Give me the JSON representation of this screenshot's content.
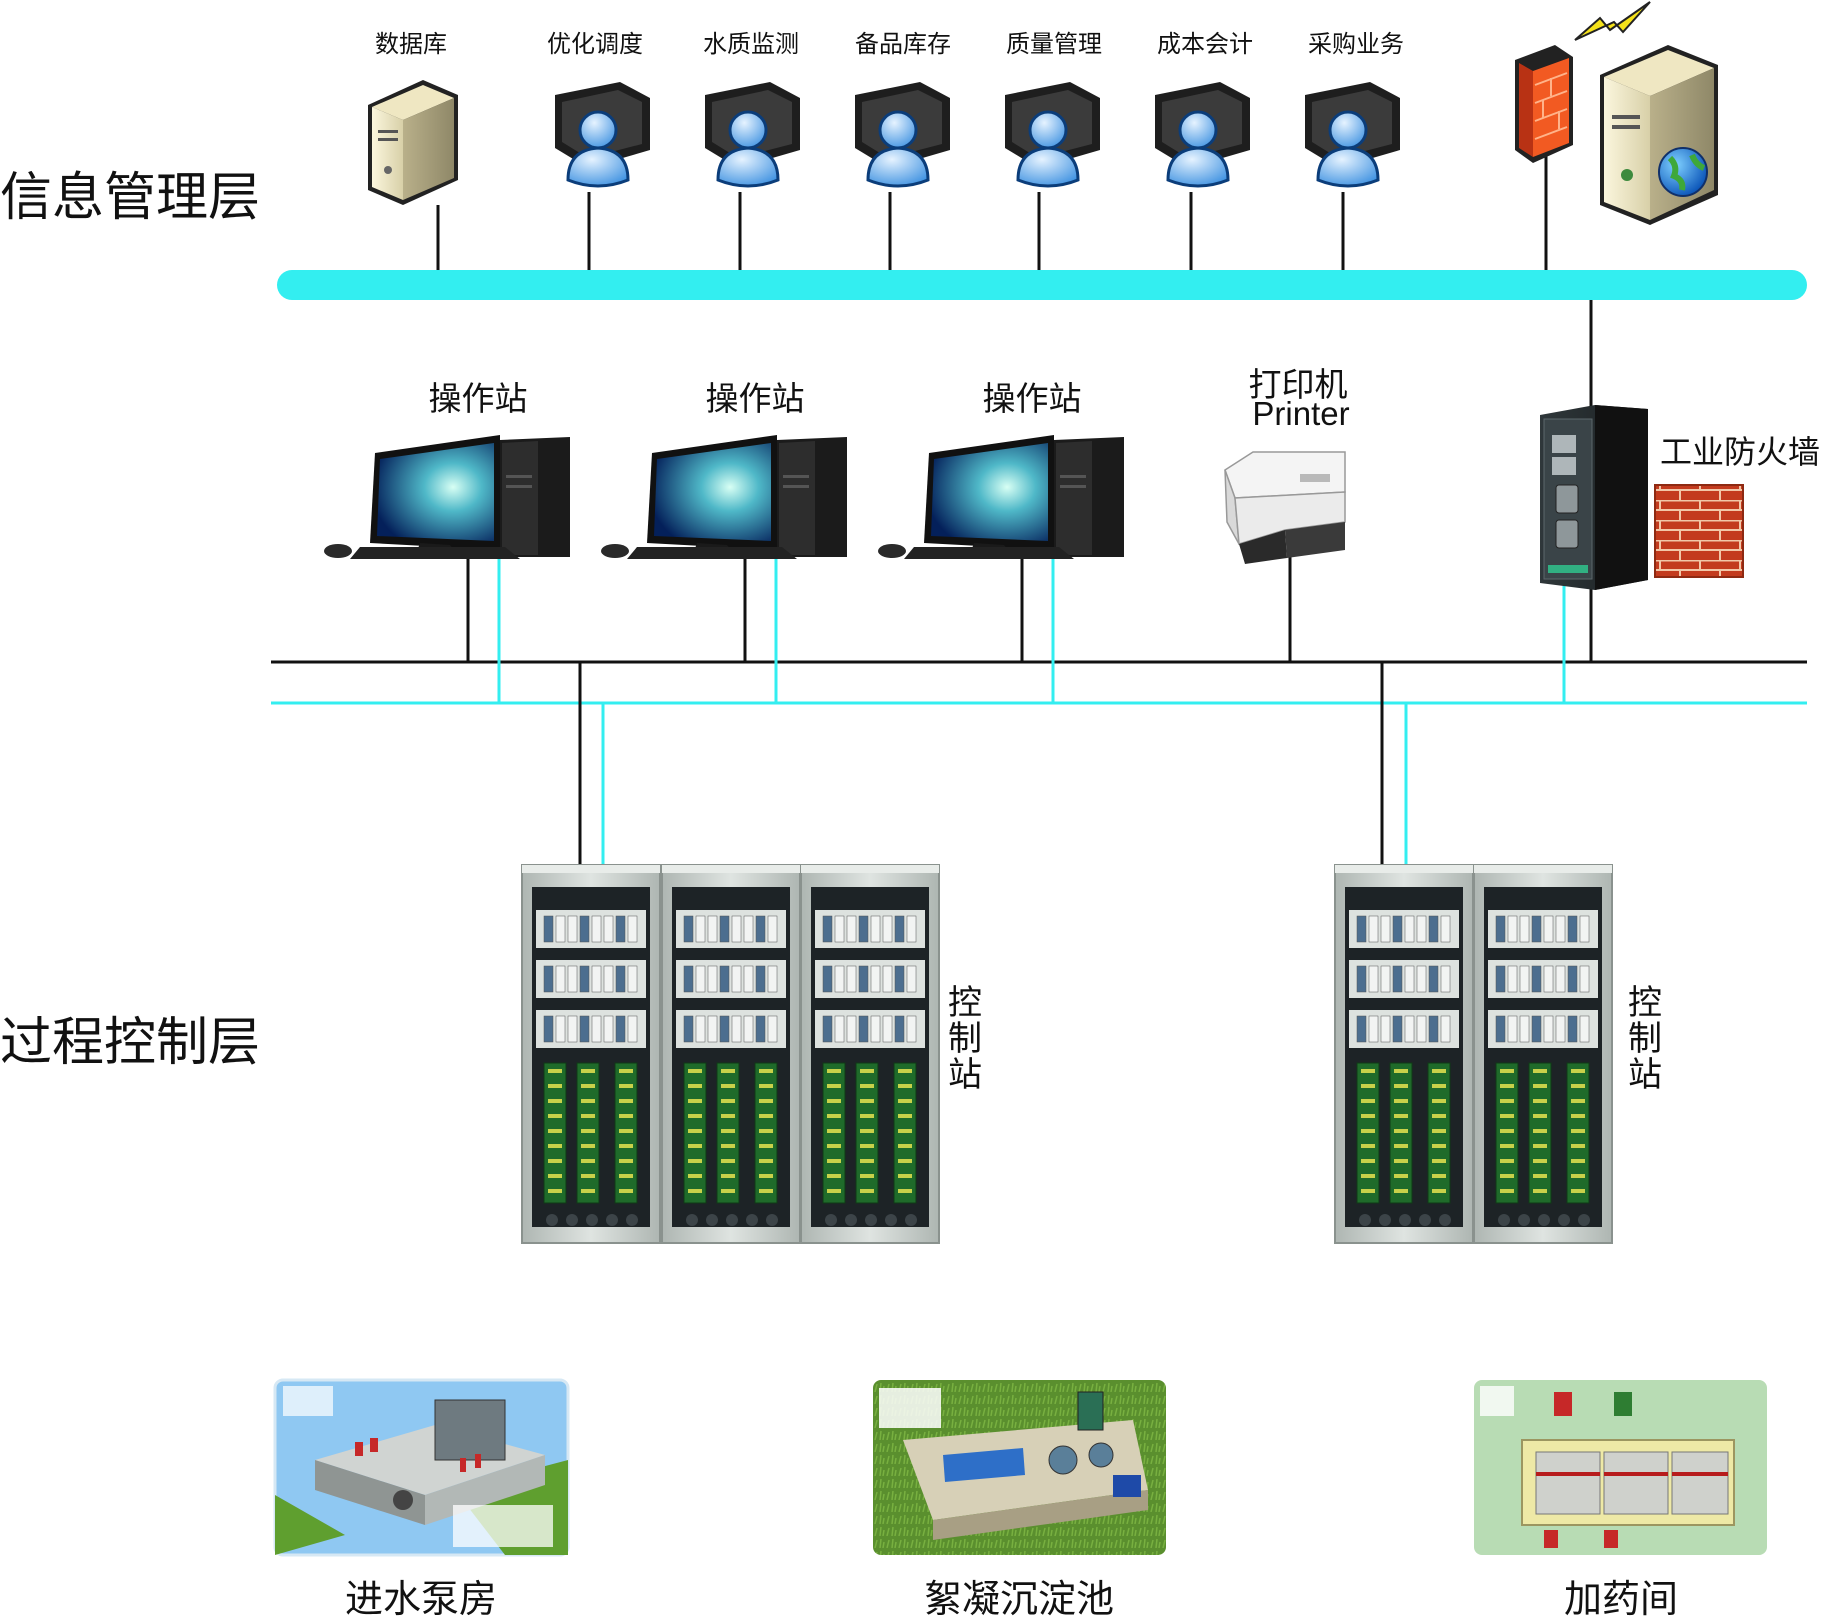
{
  "layers": {
    "info": "信息管理层",
    "process": "过程控制层"
  },
  "info_nodes": [
    {
      "label": "数据库",
      "icon": "server-icon"
    },
    {
      "label": "优化调度",
      "icon": "user-workstation-icon"
    },
    {
      "label": "水质监测",
      "icon": "user-workstation-icon"
    },
    {
      "label": "备品库存",
      "icon": "user-workstation-icon"
    },
    {
      "label": "质量管理",
      "icon": "user-workstation-icon"
    },
    {
      "label": "成本会计",
      "icon": "user-workstation-icon"
    },
    {
      "label": "采购业务",
      "icon": "user-workstation-icon"
    }
  ],
  "internet_gateway": {
    "icons": [
      "firewall-icon",
      "lightning-icon",
      "web-server-icon"
    ]
  },
  "operator_stations": [
    "操作站",
    "操作站",
    "操作站"
  ],
  "printer": {
    "line1": "打印机",
    "line2": "Printer"
  },
  "industrial_firewall": "工业防火墙",
  "control_stations": [
    "控制站",
    "控制站"
  ],
  "sites": [
    "进水泵房",
    "絮凝沉淀池",
    "加药间"
  ],
  "colors": {
    "network_cyan": "#33eef0",
    "wire_black": "#111111",
    "cabinet": "#c9cfcc",
    "pcb_green": "#1f6b2a"
  }
}
